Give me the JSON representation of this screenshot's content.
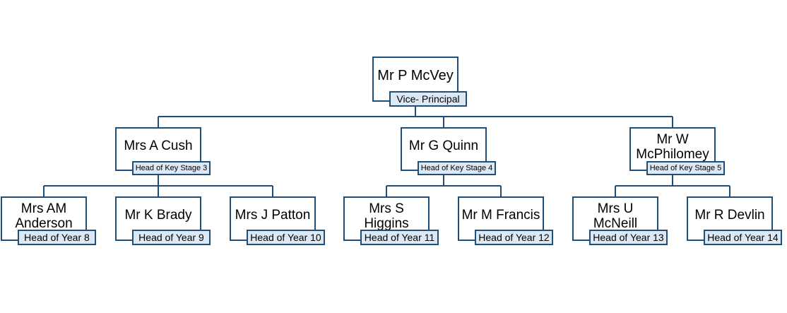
{
  "colors": {
    "line": "#1f4e79",
    "label_fill": "#dde8f5",
    "box_fill": "#ffffff"
  },
  "people": {
    "vp": {
      "name": "Mr P McVey",
      "title": "Vice- Principal"
    },
    "ks3": {
      "name": "Mrs A Cush",
      "title": "Head of Key Stage 3"
    },
    "ks4": {
      "name": "Mr G Quinn",
      "title": "Head of Key Stage 4"
    },
    "ks5": {
      "name": "Mr W McPhilomey",
      "title": "Head of Key Stage 5"
    },
    "y8": {
      "name": "Mrs AM Anderson",
      "title": "Head of Year 8"
    },
    "y9": {
      "name": "Mr K Brady",
      "title": "Head of Year 9"
    },
    "y10": {
      "name": "Mrs J Patton",
      "title": "Head of Year 10"
    },
    "y11": {
      "name": "Mrs S Higgins",
      "title": "Head of Year 11"
    },
    "y12": {
      "name": "Mr M Francis",
      "title": "Head of Year 12"
    },
    "y13": {
      "name": "Mrs U McNeill",
      "title": "Head of Year 13"
    },
    "y14": {
      "name": "Mr R Devlin",
      "title": "Head of Year 14"
    }
  }
}
